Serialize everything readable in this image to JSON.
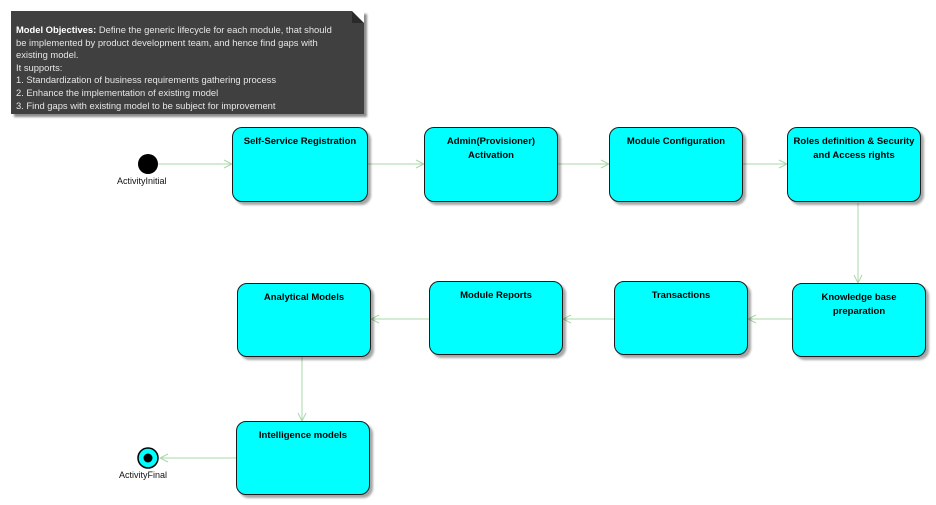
{
  "note": {
    "heading": "Model Objectives:",
    "lead": " Define the generic lifecycle for each module, that should",
    "lines": [
      "be implemented by product development team, and hence find gaps with",
      "existing model.",
      "It supports:",
      "1. Standardization of business requirements gathering process",
      "2. Enhance the implementation of existing model",
      "3. Find gaps with existing model to be subject for improvement"
    ]
  },
  "initial_node": {
    "label": "ActivityInitial"
  },
  "final_node": {
    "label": "ActivityFinal"
  },
  "activities": [
    {
      "id": "a1",
      "label": "Self-Service Registration"
    },
    {
      "id": "a2",
      "label": "Admin(Provisioner) Activation"
    },
    {
      "id": "a3",
      "label": "Module Configuration"
    },
    {
      "id": "a4",
      "label": "Roles definition & Security and Access rights"
    },
    {
      "id": "a5",
      "label": "Knowledge base preparation"
    },
    {
      "id": "a6",
      "label": "Transactions"
    },
    {
      "id": "a7",
      "label": "Module Reports"
    },
    {
      "id": "a8",
      "label": "Analytical Models"
    },
    {
      "id": "a9",
      "label": "Intelligence models"
    }
  ],
  "flows": [
    {
      "from": "initial",
      "to": "a1"
    },
    {
      "from": "a1",
      "to": "a2"
    },
    {
      "from": "a2",
      "to": "a3"
    },
    {
      "from": "a3",
      "to": "a4"
    },
    {
      "from": "a4",
      "to": "a5"
    },
    {
      "from": "a5",
      "to": "a6"
    },
    {
      "from": "a6",
      "to": "a7"
    },
    {
      "from": "a7",
      "to": "a8"
    },
    {
      "from": "a8",
      "to": "a9"
    },
    {
      "from": "a9",
      "to": "final"
    }
  ],
  "colors": {
    "activity_fill": "#00ffff",
    "note_fill": "#404040",
    "flow_line": "#a8d8a8",
    "final_node_fill": "#00ffff"
  }
}
